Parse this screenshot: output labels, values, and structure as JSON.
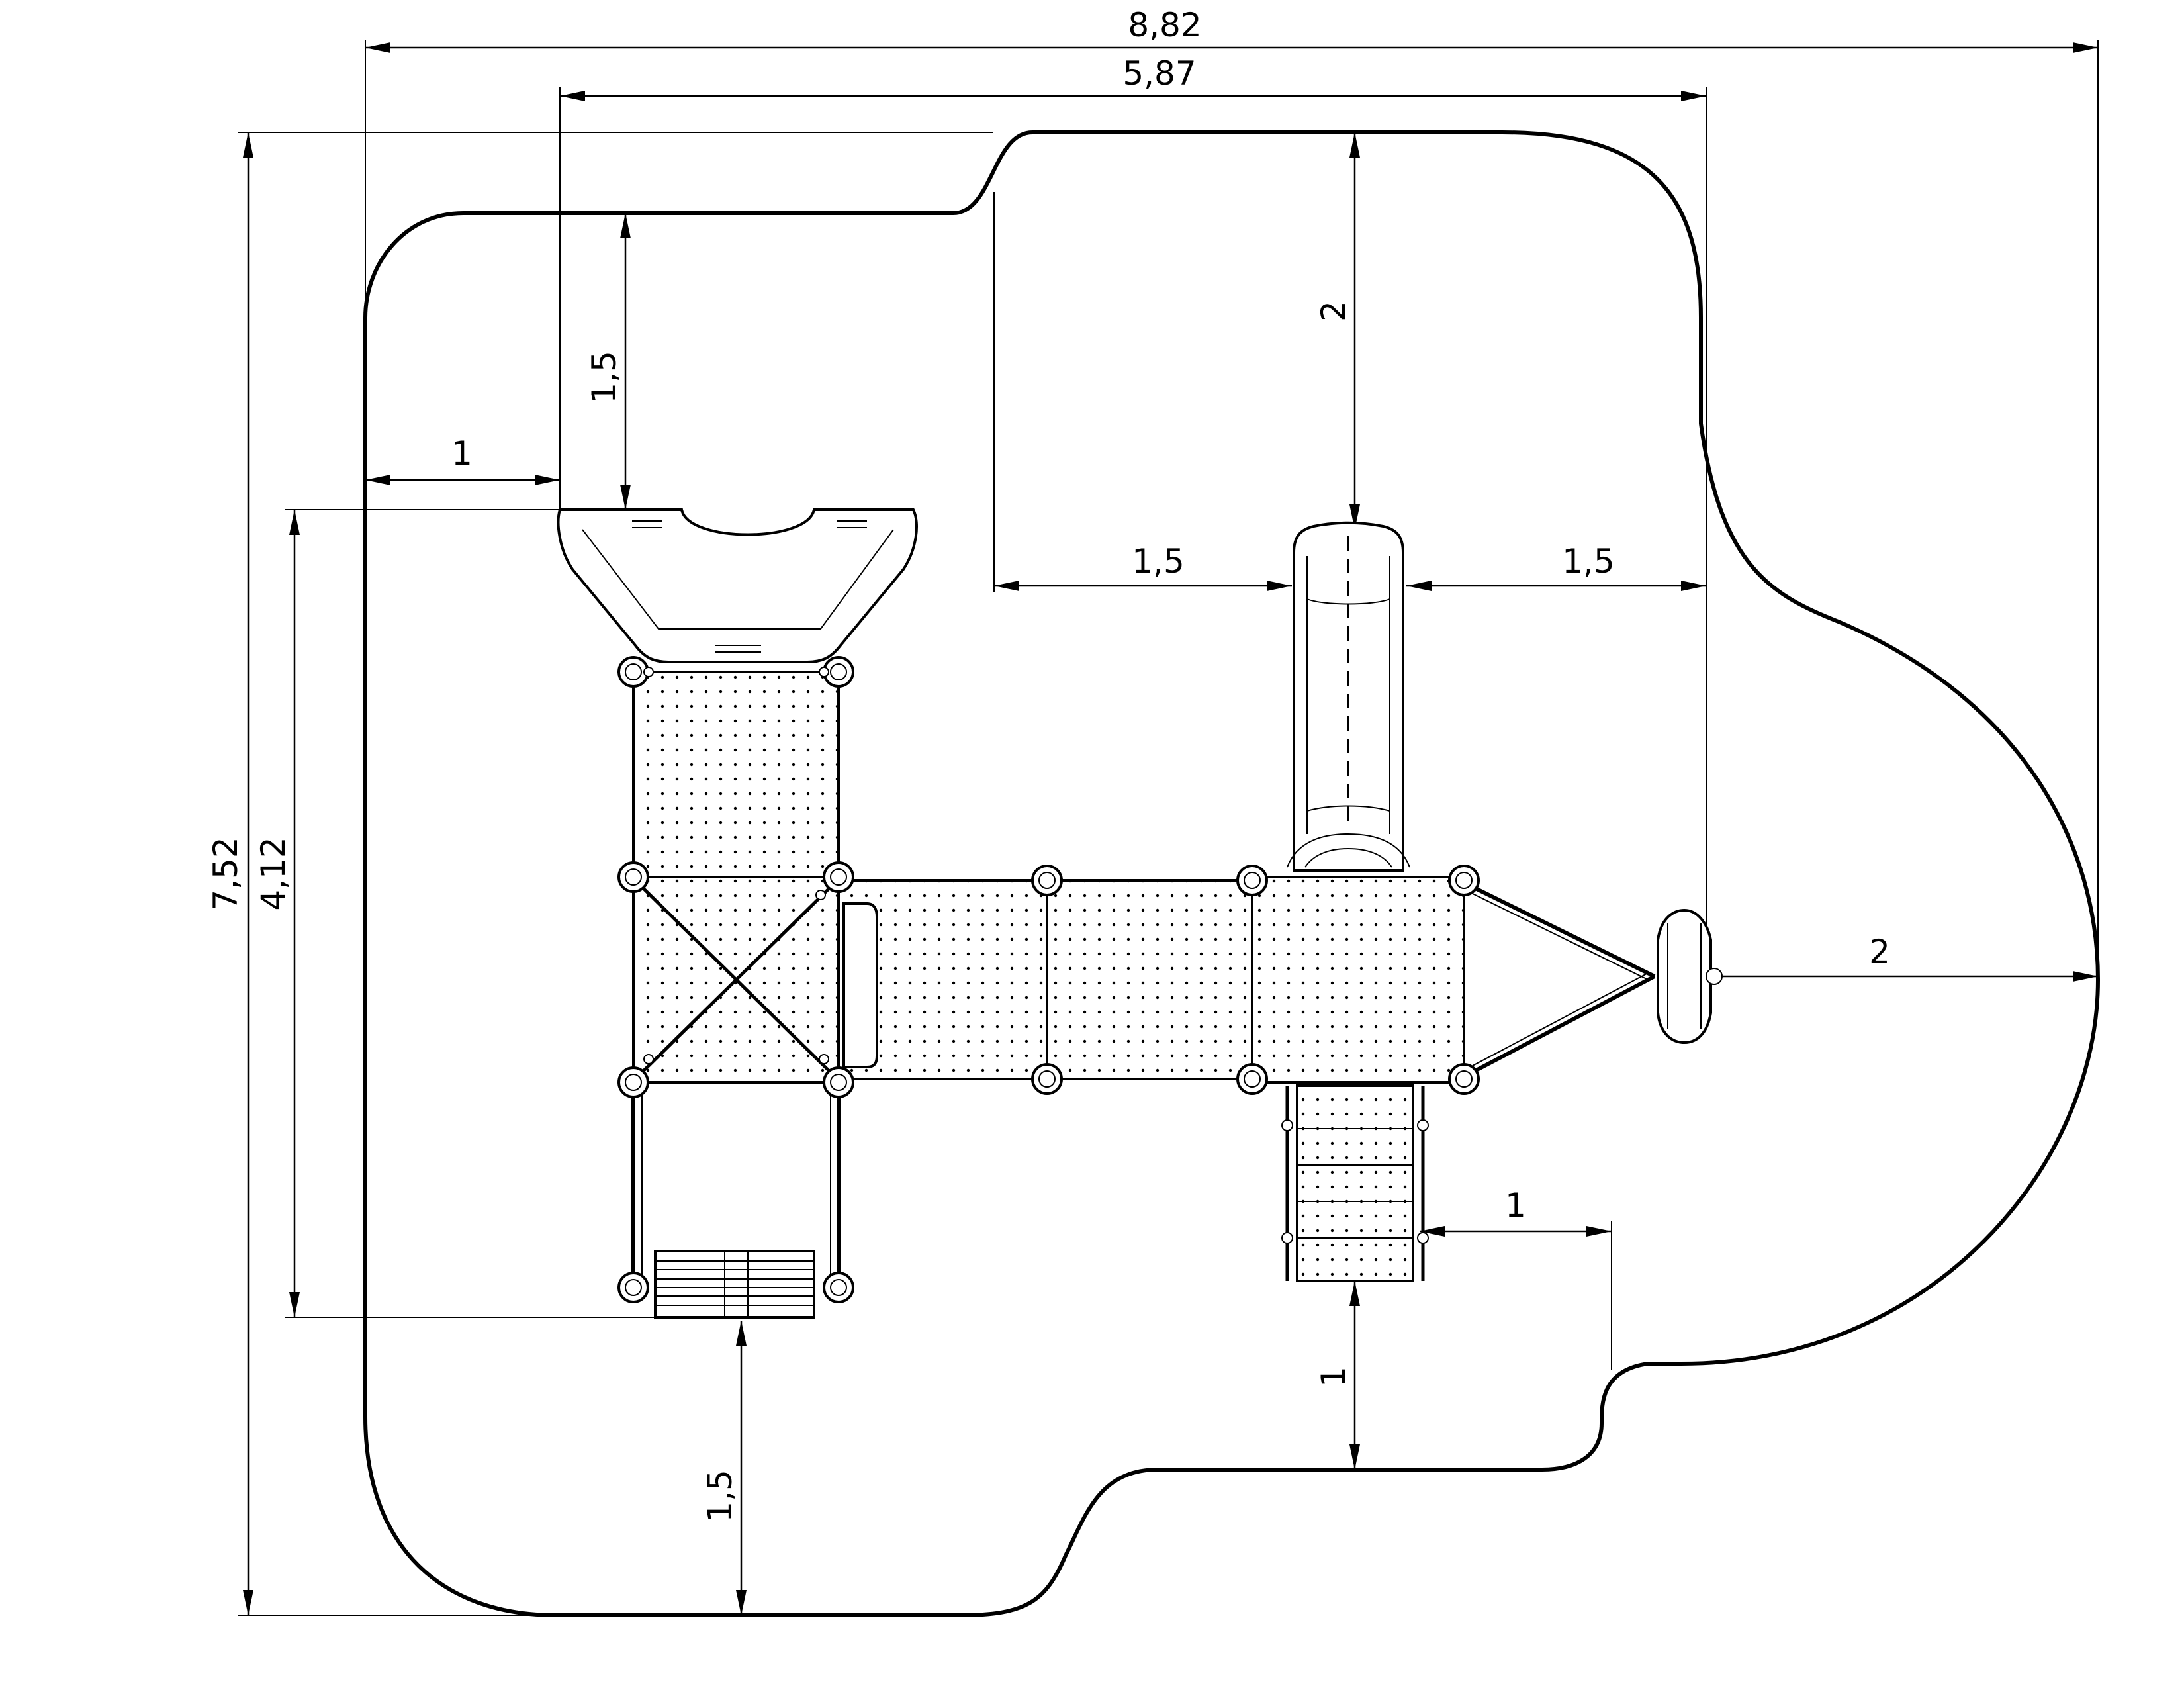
{
  "drawing": {
    "dimensions": {
      "overall_width": "8,82",
      "structure_width": "5,87",
      "overall_depth": "7,52",
      "structure_depth": "4,12",
      "left_clearance": "1",
      "upper_slide_clearance": "1,5",
      "tube_slide_clearance": "2",
      "tube_left_clearance": "1,5",
      "tube_right_clearance": "1,5",
      "right_clearance": "2",
      "ladder_side_clearance": "1",
      "ladder_bottom_clearance": "1",
      "steps_bottom_clearance": "1,5"
    },
    "colors": {
      "line": "#000000",
      "background": "#ffffff"
    }
  }
}
